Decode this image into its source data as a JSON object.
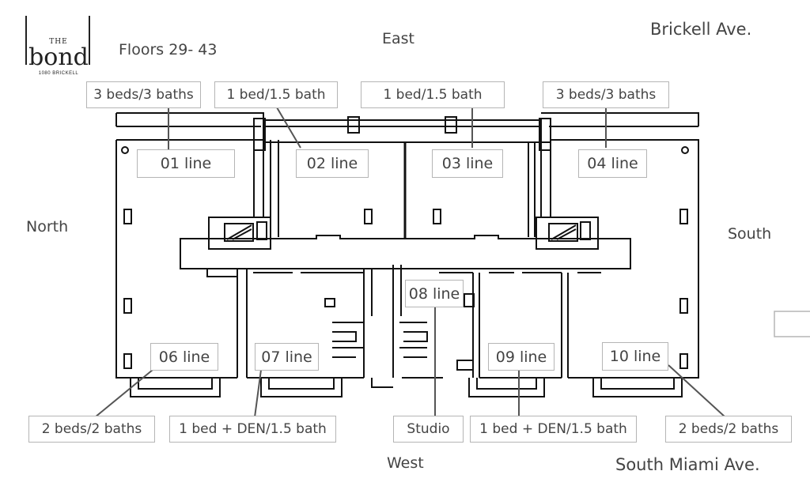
{
  "logo": {
    "the": "THE",
    "name": "bond",
    "address": "1080 BRICKELL"
  },
  "floors": "Floors 29- 43",
  "directions": {
    "east": "East",
    "west": "West",
    "north": "North",
    "south": "South"
  },
  "streets": {
    "top": "Brickell Ave.",
    "bottom": "South Miami Ave."
  },
  "lines": {
    "l01": "01 line",
    "l02": "02 line",
    "l03": "03 line",
    "l04": "04 line",
    "l06": "06 line",
    "l07": "07 line",
    "l08": "08 line",
    "l09": "09 line",
    "l10": "10 line"
  },
  "units": {
    "u01": "3 beds/3 baths",
    "u02": "1 bed/1.5 bath",
    "u03": "1 bed/1.5 bath",
    "u04": "3 beds/3 baths",
    "u06": "2 beds/2 baths",
    "u07": "1 bed + DEN/1.5 bath",
    "u08": "Studio",
    "u09": "1 bed + DEN/1.5 bath",
    "u10": "2 beds/2 baths"
  },
  "colors": {
    "plan_stroke": "#111111",
    "label_border": "#b5b5b5",
    "leader": "#555555"
  }
}
